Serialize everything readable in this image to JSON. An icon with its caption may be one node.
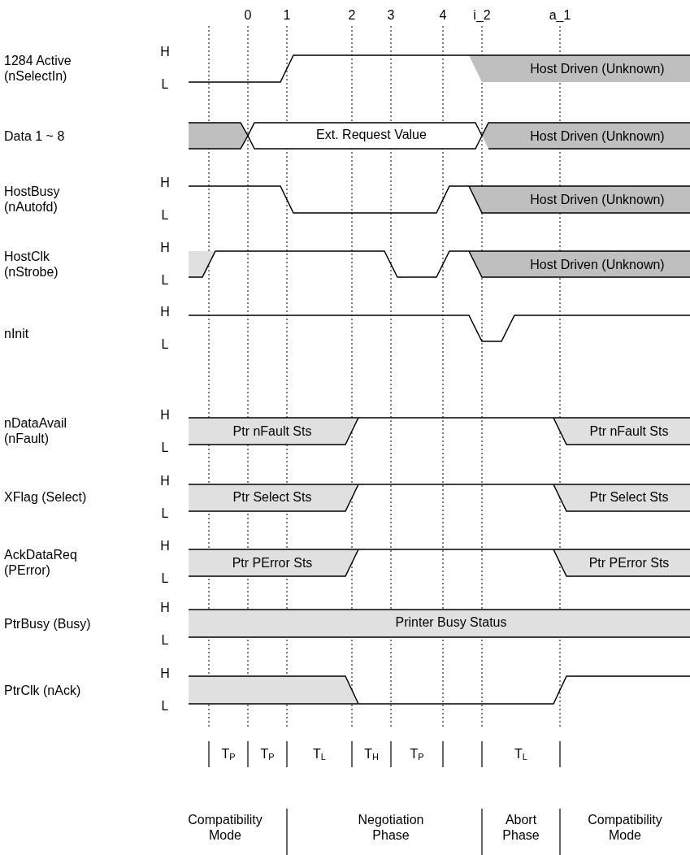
{
  "diagram": {
    "labels": [
      "0",
      "1",
      "2",
      "3",
      "4",
      "i_2",
      "a_1",
      "1284 Active (nSelectIn)",
      "H",
      "L",
      "Host Driven (Unknown)",
      "Data 1 ~ 8",
      "Ext. Request Value",
      "Host Driven (Unknown)",
      "HostBusy (nAutofd)",
      "H",
      "L",
      "Host Driven (Unknown)",
      "HostClk (nStrobe)",
      "H",
      "L",
      "Host Driven (Unknown)",
      "nInit",
      "H",
      "L",
      "nDataAvail (nFault)",
      "H",
      "L",
      "Ptr nFault Sts",
      "Ptr nFault Sts",
      "XFlag (Select)",
      "H",
      "L",
      "Ptr Select Sts",
      "Ptr Select Sts",
      "AckDataReq (PError)",
      "H",
      "L",
      "Ptr PError Sts",
      "Ptr PError Sts",
      "PtrBusy (Busy)",
      "H",
      "L",
      "Printer Busy Status",
      "PtrClk (nAck)",
      "H",
      "L",
      "T$_{P}$",
      "T$_{P}$",
      "T$_{L}$",
      "T$_{H}$",
      "T$_{P}$",
      "T$_{L}$",
      "Compatibility Mode",
      "Negotiation Phase",
      "Abort Phase",
      "Compatibility Mode"
    ]
  }
}
